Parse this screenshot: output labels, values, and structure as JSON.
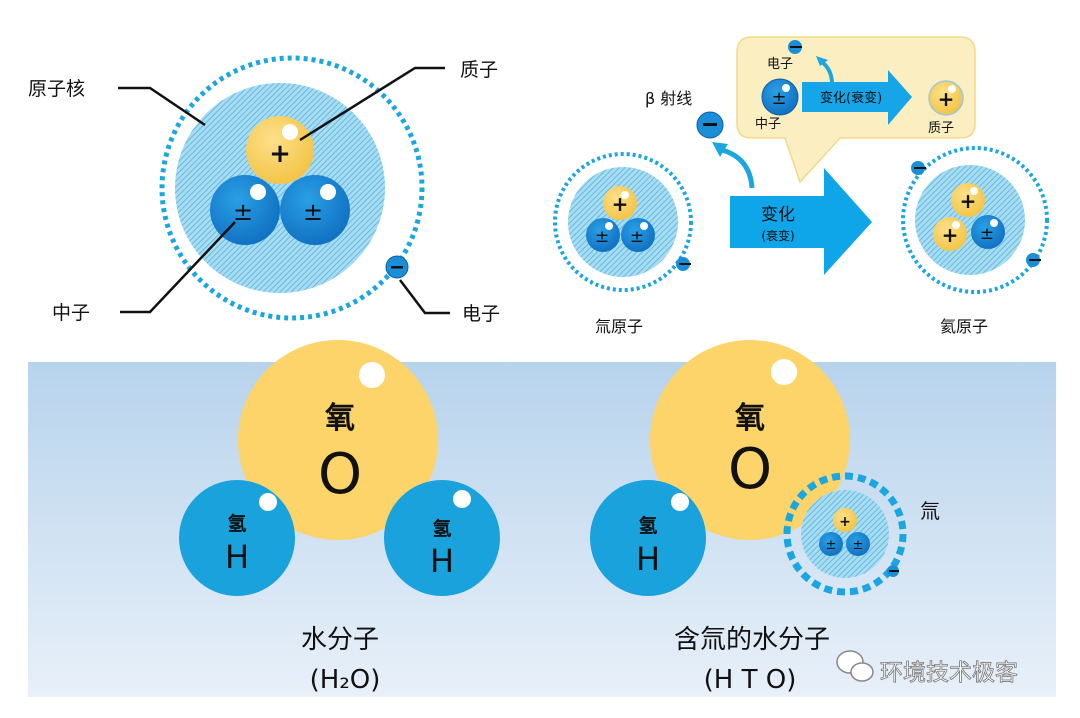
{
  "colors": {
    "proton": "#fbd15b",
    "neutron": "#1a8fd8",
    "hydrogen": "#1aa2dc",
    "oxygen": "#fcd46a",
    "hatch": "#7cc9ea",
    "orbit": "#1aa6e0",
    "callout": "#fbeec0",
    "panel_top": "#b7d3ec",
    "panel_bottom": "#e8f0f9"
  },
  "atom_structure": {
    "nucleus": "原子核",
    "proton": "质子",
    "neutron": "中子",
    "electron": "电子",
    "proton_sign": "+",
    "neutron_sign": "±",
    "electron_sign": "−"
  },
  "decay": {
    "beta_ray": "β 射线",
    "arrow_main": "变化",
    "arrow_sub": "(衰变)",
    "tritium_atom": "氚原子",
    "helium_atom": "氦原子",
    "callout": {
      "electron": "电子",
      "neutron": "中子",
      "proton": "质子",
      "arrow": "变化(衰变)"
    }
  },
  "molecules": {
    "oxygen_char": "氧",
    "oxygen_symbol": "O",
    "hydrogen_char": "氢",
    "hydrogen_symbol": "H",
    "tritium_char": "氚",
    "water_title": "水分子",
    "water_formula": "(H₂O)",
    "hto_title": "含氚的水分子",
    "hto_formula": "(H T O)"
  },
  "watermark": {
    "text": "环境技术极客",
    "icon": "wechat-icon"
  }
}
